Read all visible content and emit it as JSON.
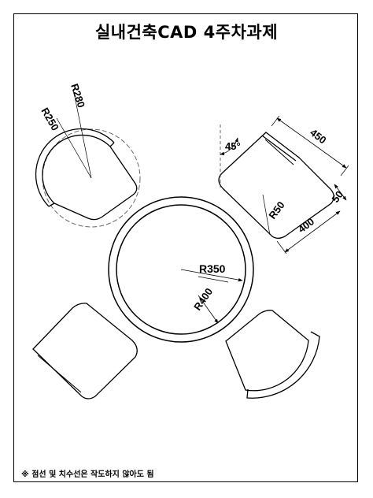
{
  "title": "실내건축CAD 4주차과제",
  "note": "※ 점선 및 치수선은 작도하지 않아도 됨",
  "dimensions": {
    "r280": "R280",
    "r250": "R250",
    "angle45": "45°",
    "len450": "450",
    "len400": "400",
    "len50": "50",
    "r50": "R50",
    "r350": "R350",
    "r400": "R400"
  }
}
